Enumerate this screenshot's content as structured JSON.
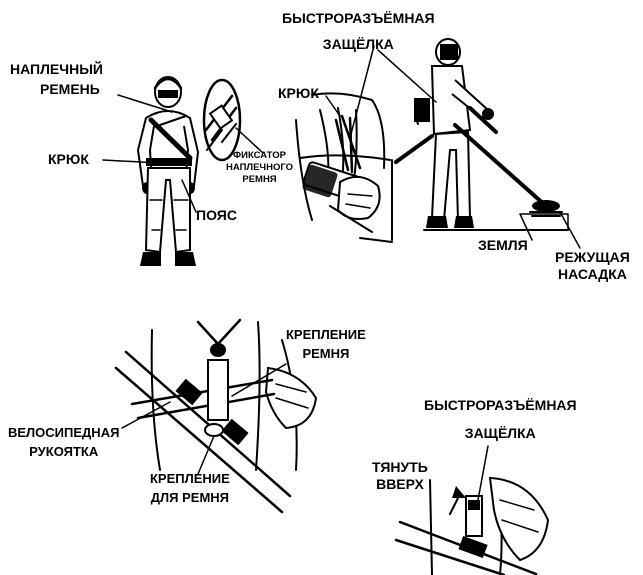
{
  "labels": {
    "shoulder_strap": "НАПЛЕЧНЫЙ РЕМЕНЬ",
    "hook_left": "КРЮК",
    "strap_lock": "ФИКСАТОР НАПЛЕЧНОГО РЕМНЯ",
    "belt": "ПОЯС",
    "quick_release_top": "БЫСТРОРАЗЪЁМНАЯ ЗАЩЁЛКА",
    "hook_mid": "КРЮК",
    "ground": "ЗЕМЛЯ",
    "cutting_head": "РЕЖУЩАЯ НАСАДКА",
    "strap_mount_top": "КРЕПЛЕНИЕ РЕМНЯ",
    "bike_handle": "ВЕЛОСИПЕДНАЯ РУКОЯТКА",
    "strap_mount_bottom": "КРЕПЛЕНИЕ ДЛЯ РЕМНЯ",
    "quick_release_bottom": "БЫСТРОРАЗЪЁМНАЯ ЗАЩЁЛКА",
    "pull_up": "ТЯНУТЬ ВВЕРХ"
  },
  "label_lines": {
    "shoulder_strap": [
      "НАПЛЕЧНЫЙ",
      "РЕМЕНЬ"
    ],
    "strap_lock": [
      "ФИКСАТОР",
      "НАПЛЕЧНОГО",
      "РЕМНЯ"
    ],
    "quick_release_top": [
      "БЫСТРОРАЗЪЁМНАЯ",
      "ЗАЩЁЛКА"
    ],
    "cutting_head": [
      "РЕЖУЩАЯ",
      "НАСАДКА"
    ],
    "strap_mount_top": [
      "КРЕПЛЕНИЕ",
      "РЕМНЯ"
    ],
    "bike_handle": [
      "ВЕЛОСИПЕДНАЯ",
      "РУКОЯТКА"
    ],
    "strap_mount_bottom": [
      "КРЕПЛЕНИЕ",
      "ДЛЯ РЕМНЯ"
    ],
    "quick_release_bottom": [
      "БЫСТРОРАЗЪЁМНАЯ",
      "ЗАЩЁЛКА"
    ],
    "pull_up": [
      "ТЯНУТЬ",
      "ВВЕРХ"
    ]
  },
  "colors": {
    "ink": "#000000",
    "paper": "#ffffff"
  }
}
